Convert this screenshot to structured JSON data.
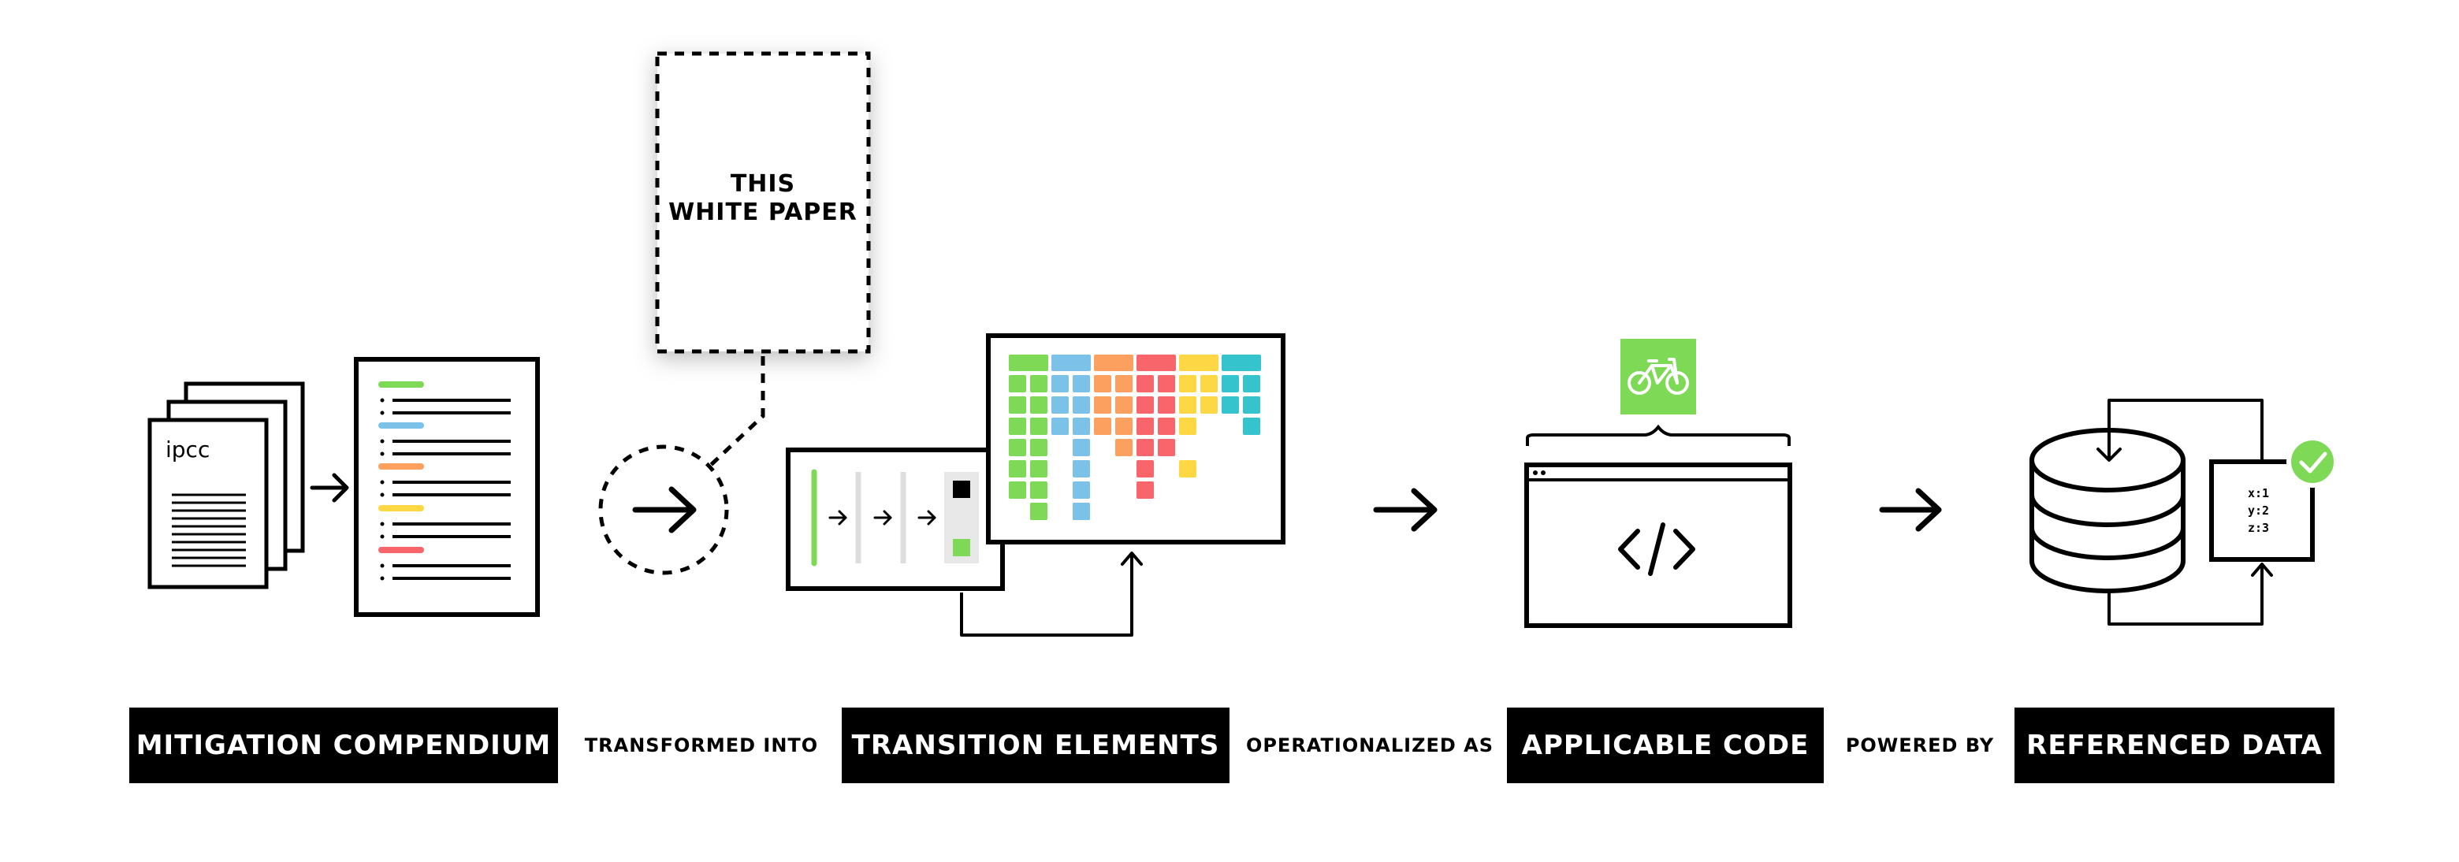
{
  "stages": [
    {
      "id": "mitigation",
      "label": "MITIGATION COMPENDIUM"
    },
    {
      "id": "transition",
      "label": "TRANSITION ELEMENTS"
    },
    {
      "id": "code",
      "label": "APPLICABLE CODE"
    },
    {
      "id": "data",
      "label": "REFERENCED DATA"
    }
  ],
  "connectors": [
    "TRANSFORMED INTO",
    "OPERATIONALIZED AS",
    "POWERED BY"
  ],
  "white_paper": {
    "line1": "THIS",
    "line2": "WHITE PAPER"
  },
  "document_logo": "ipcc",
  "code_symbol": "</>",
  "data_record": [
    "x:1",
    "y:2",
    "z:3"
  ],
  "icons": {
    "code_badge": "bicycle-icon",
    "data_badge": "checkmark-icon"
  },
  "colors": {
    "green": "#7ed957",
    "blue": "#7cc2e8",
    "orange": "#fba05e",
    "red": "#f8656b",
    "yellow": "#fdd844",
    "teal": "#35c3cd",
    "ink": "#000000"
  }
}
